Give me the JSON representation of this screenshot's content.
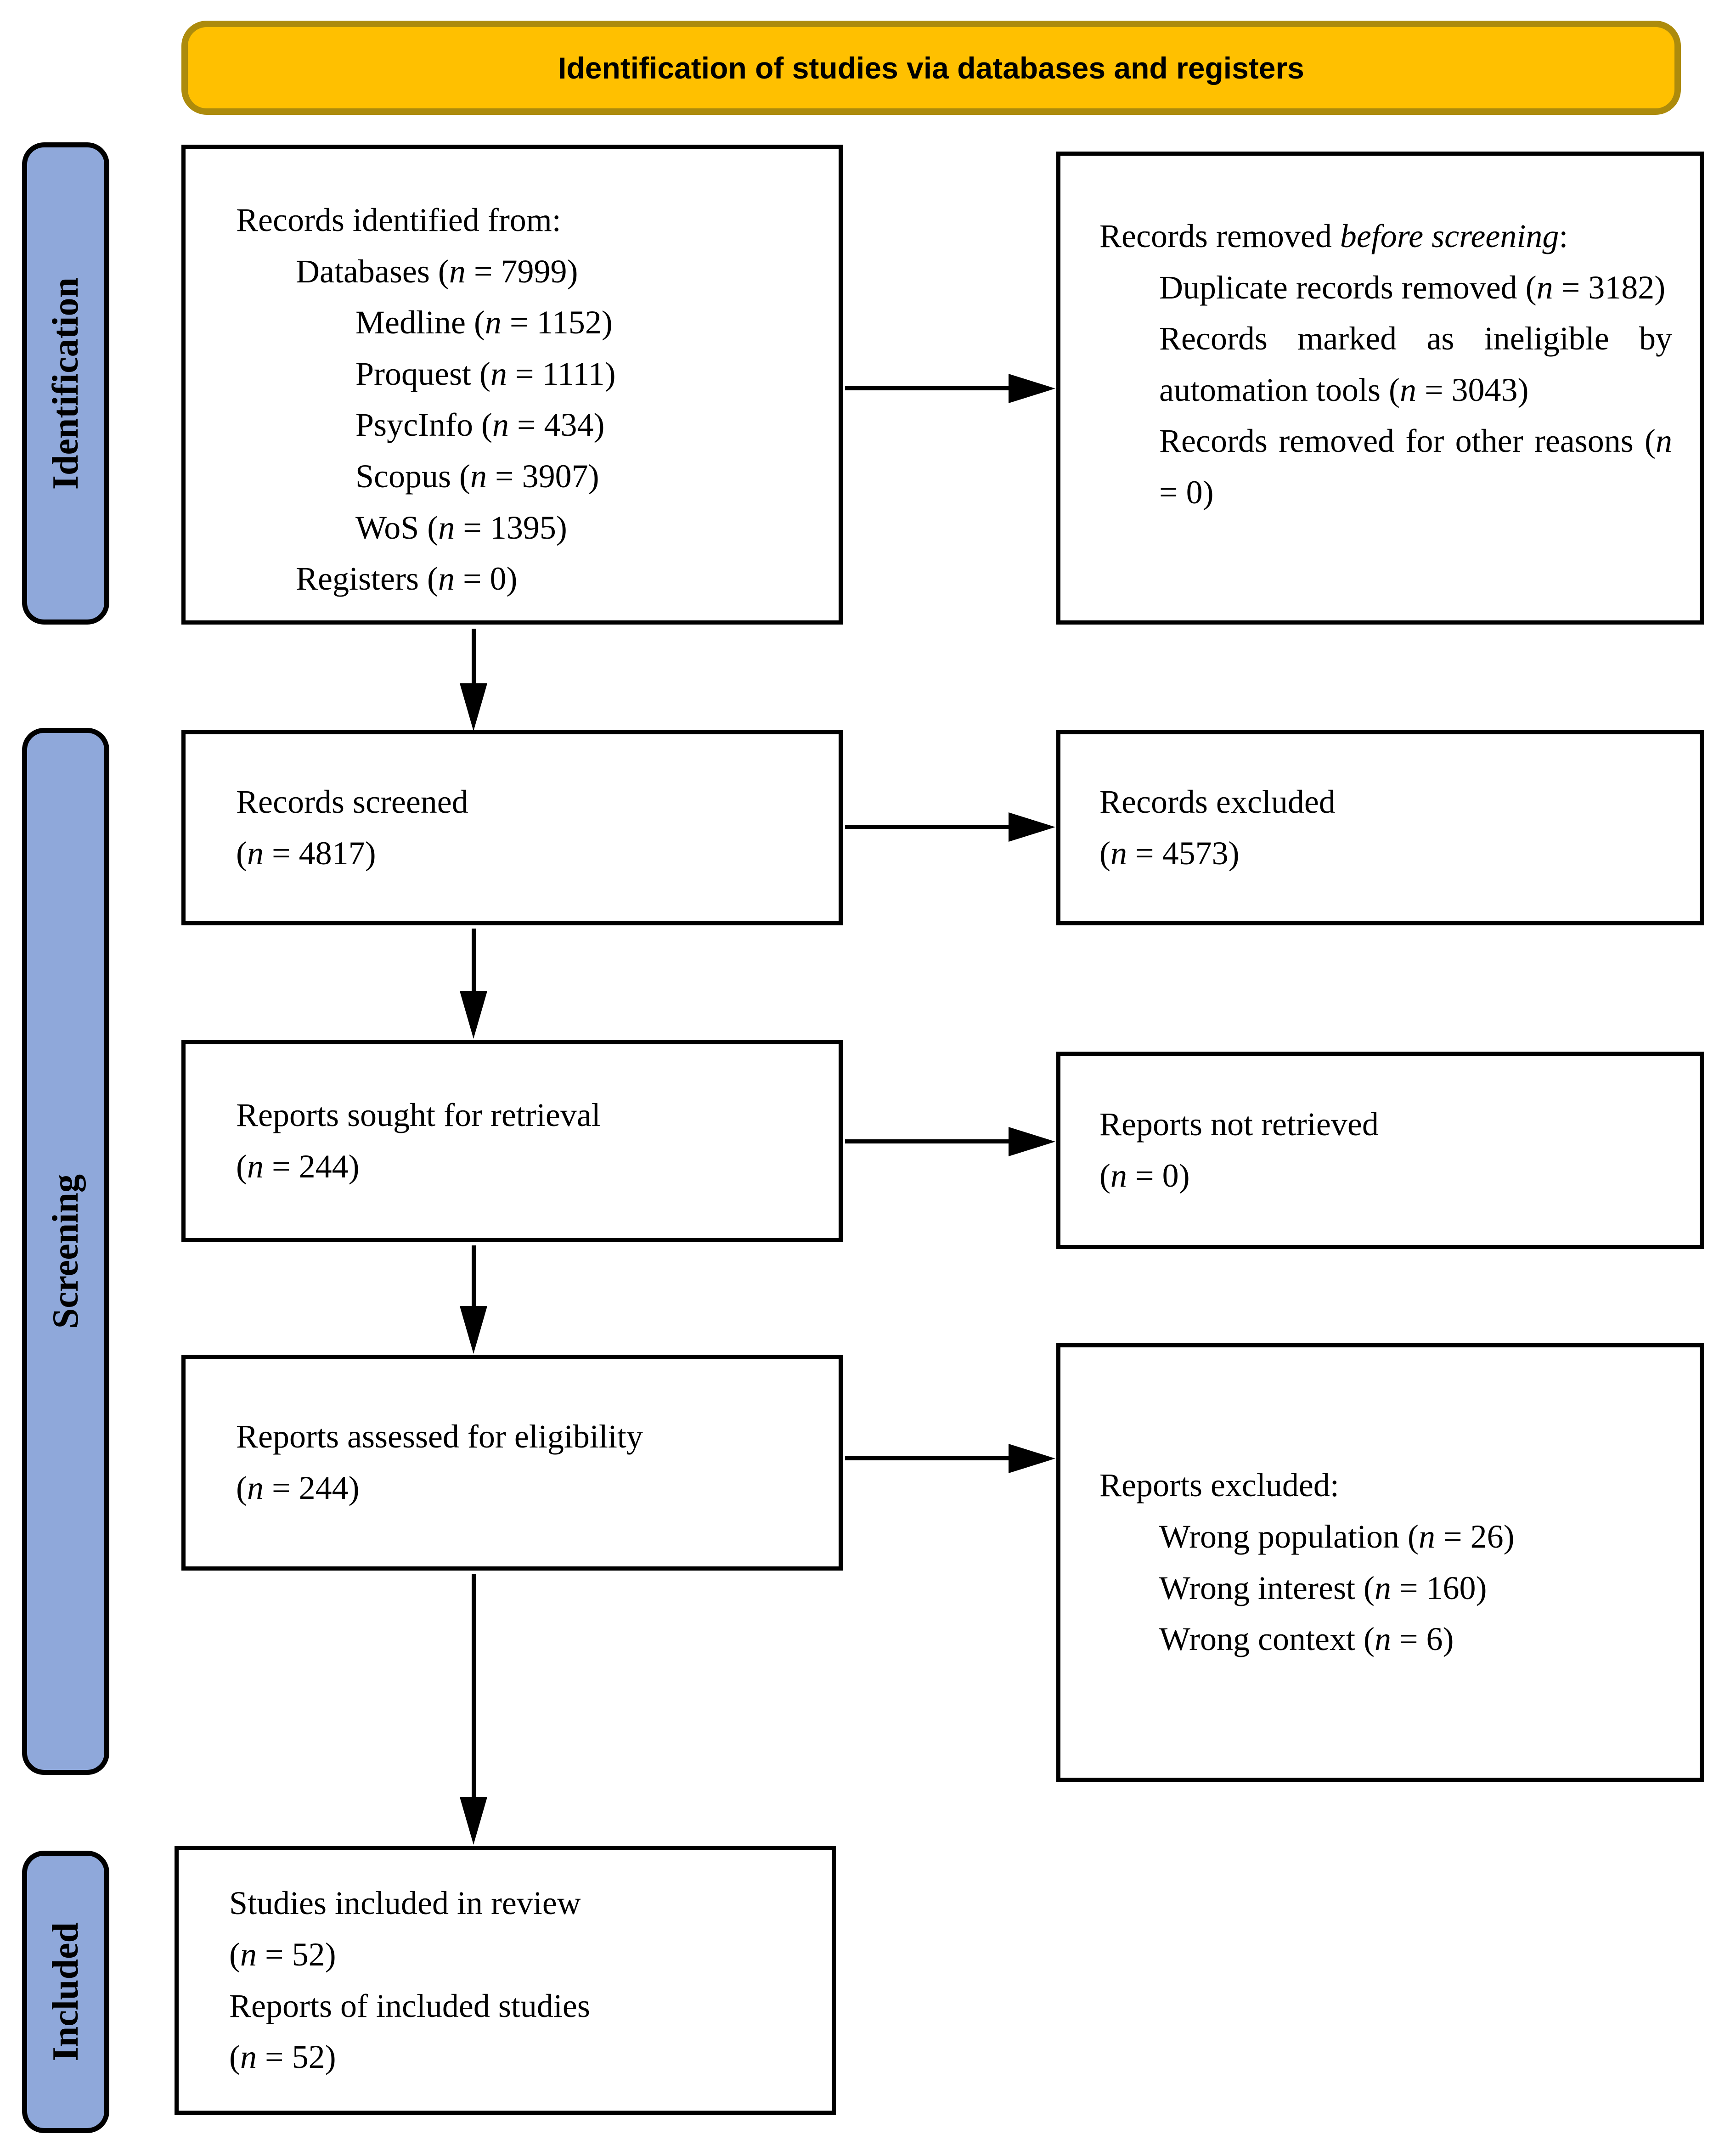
{
  "banner": {
    "title": "Identification of studies via databases and registers"
  },
  "colors": {
    "banner_fill": "#FFC000",
    "banner_border": "#AD8B0C",
    "stage_fill": "#8FA8DA",
    "box_border": "#000000"
  },
  "stages": {
    "identification": "Identification",
    "screening": "Screening",
    "included": "Included"
  },
  "boxes": {
    "records_identified": {
      "lines": [
        "Records identified from:",
        "Databases (n = 7999)",
        "Medline (n = 1152)",
        "Proquest (n = 1111)",
        "PsycInfo (n = 434)",
        "Scopus (n = 3907)",
        "WoS (n = 1395)",
        "Registers (n = 0)"
      ]
    },
    "records_removed": {
      "title_pre": "Records removed ",
      "title_em": "before screening",
      "title_post": ":",
      "items": [
        "Duplicate records removed (n = 3182)",
        "Records marked as ineligible by automation tools (n = 3043)",
        "Records removed for other reasons (n = 0)"
      ]
    },
    "records_screened": {
      "line1": "Records screened",
      "line2": "(n = 4817)"
    },
    "records_excluded": {
      "line1": "Records excluded",
      "line2": "(n = 4573)"
    },
    "reports_sought": {
      "line1": "Reports sought for retrieval",
      "line2": "(n = 244)"
    },
    "reports_not_retrieved": {
      "line1": "Reports not retrieved",
      "line2": "(n = 0)"
    },
    "reports_assessed": {
      "line1": "Reports assessed for eligibility",
      "line2": "(n = 244)"
    },
    "reports_excluded": {
      "title": "Reports excluded:",
      "items": [
        "Wrong population (n = 26)",
        "Wrong interest (n = 160)",
        "Wrong context (n = 6)"
      ]
    },
    "studies_included": {
      "lines": [
        "Studies included in review",
        "(n = 52)",
        "Reports of included studies",
        "(n = 52)"
      ]
    }
  }
}
